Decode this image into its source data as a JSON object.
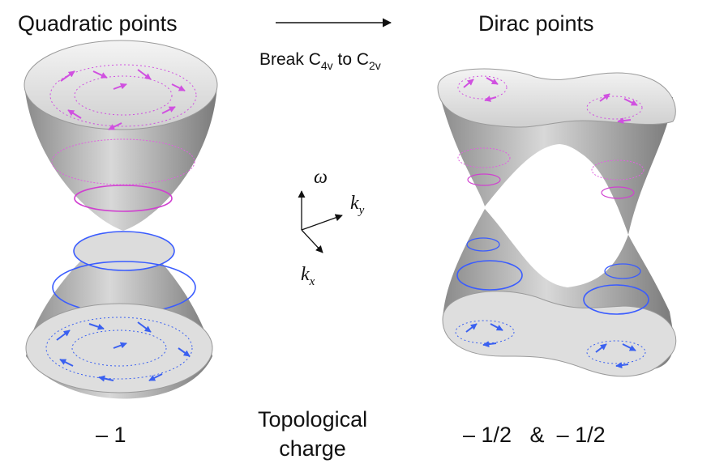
{
  "labels": {
    "left_title": "Quadratic points",
    "right_title": "Dirac points",
    "transition_prefix": "Break C",
    "transition_sub1": "4v",
    "transition_mid": " to C",
    "transition_sub2": "2v",
    "charge_left": "– 1",
    "charge_right": "– 1/2   &  – 1/2",
    "topological_line1": "Topological",
    "topological_line2": "charge",
    "axis_omega": "ω",
    "axis_ky_base": "k",
    "axis_ky_sub": "y",
    "axis_kx_base": "k",
    "axis_kx_sub": "x"
  },
  "colors": {
    "upper_band_ring": "#e060e0",
    "lower_band_ring": "#3a5cff",
    "surface_gray": "#c8c8c8",
    "text": "#111111"
  }
}
